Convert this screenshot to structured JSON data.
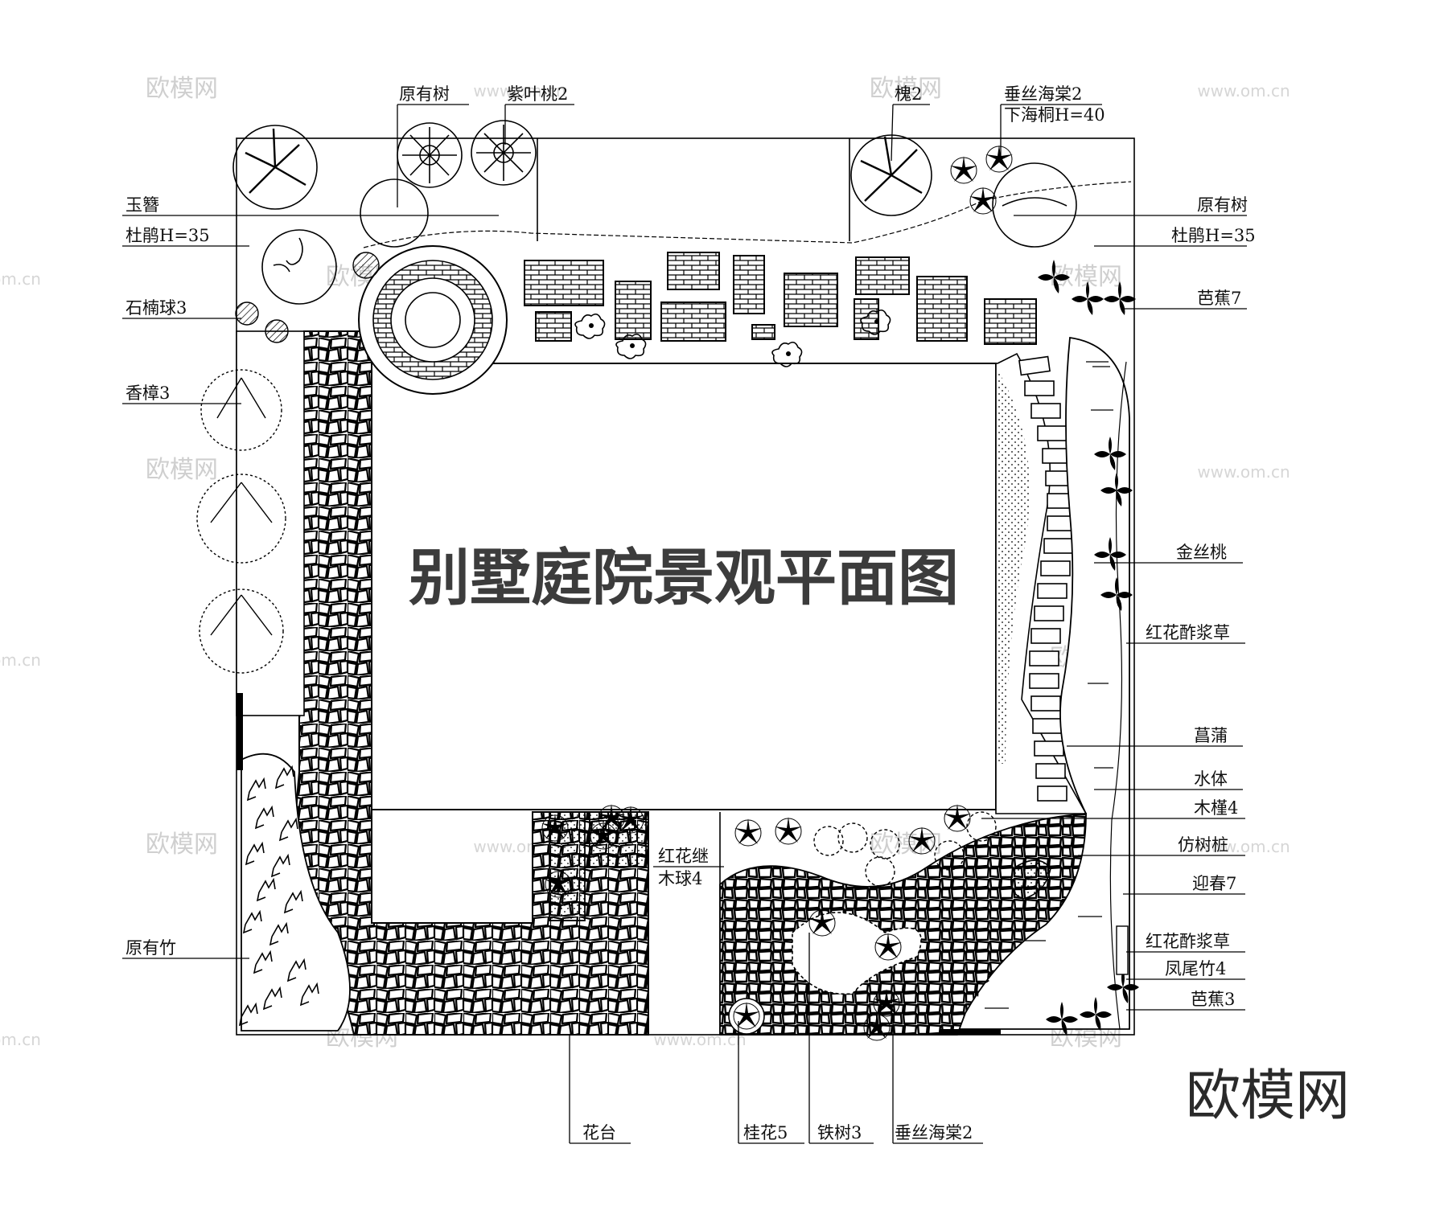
{
  "title": "别墅庭院景观平面图",
  "brand": "欧模网",
  "watermark": {
    "text": "欧模网",
    "url": "www.om.cn",
    "url_short": "om.cn"
  },
  "labels": {
    "yuanyoushu_top": "原有树",
    "ziyetao": "紫叶桃2",
    "huai": "槐2",
    "chuisi_top_1": "垂丝海棠2",
    "chuisi_top_2": "下海桐H=40",
    "yuzan": "玉簪",
    "dujuan_left": "杜鹃H=35",
    "shinanqiu": "石楠球3",
    "xiangzhang": "香樟3",
    "yuanyouzhu": "原有竹",
    "yuanyoushu_right": "原有树",
    "dujuan_right": "杜鹃H=35",
    "bajiao7": "芭蕉7",
    "jinsitao": "金丝桃",
    "hongcu_1": "红花酢浆草",
    "changpu": "菖蒲",
    "shuiti": "水体",
    "mujin": "木槿4",
    "fangshuzhuang": "仿树桩",
    "yingchun": "迎春7",
    "hongcu_2": "红花酢浆草",
    "fengweizhu": "凤尾竹4",
    "bajiao3": "芭蕉3",
    "hongjimu_1": "红花继",
    "hongjimu_2": "木球4",
    "huatai": "花台",
    "guihua": "桂花5",
    "tieshu": "铁树3",
    "chuisi_bottom": "垂丝海棠2"
  }
}
